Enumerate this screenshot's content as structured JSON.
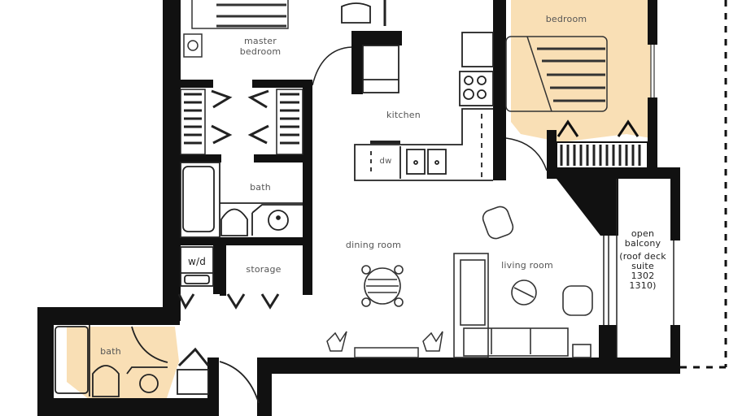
{
  "plan": {
    "type": "floor-plan",
    "colors": {
      "wall": "#111111",
      "highlight": "#f8d9a8",
      "line": "#333333",
      "background": "#ffffff"
    }
  },
  "rooms": {
    "master_bedroom": {
      "line1": "master",
      "line2": "bedroom"
    },
    "kitchen": {
      "label": "kitchen"
    },
    "bedroom": {
      "label": "bedroom"
    },
    "bath_main": {
      "label": "bath"
    },
    "washer_dryer": {
      "label": "w/d"
    },
    "storage": {
      "label": "storage"
    },
    "dining_room": {
      "label": "dining room"
    },
    "living_room": {
      "label": "living room"
    },
    "bath_ensuite": {
      "label": "bath"
    },
    "dishwasher": {
      "label": "dw"
    },
    "balcony": {
      "line1": "open",
      "line2": "balcony",
      "line3": "(roof deck",
      "line4": "suite",
      "line5": "1302",
      "line6": "1310)"
    }
  }
}
